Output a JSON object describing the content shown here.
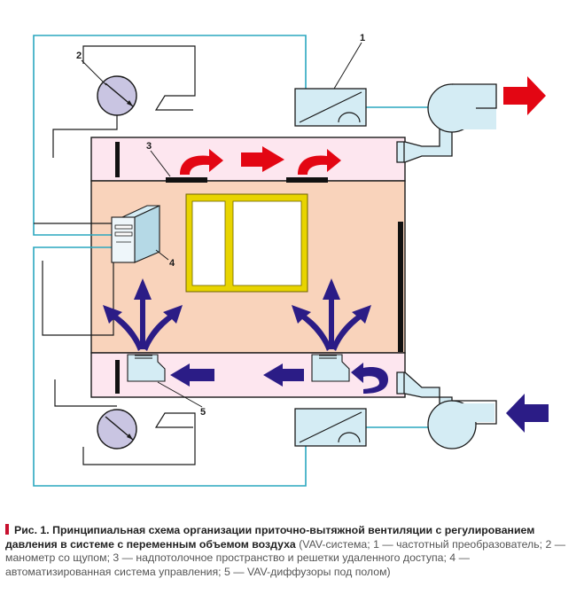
{
  "callouts": {
    "c1": "1",
    "c2": "2",
    "c3": "3",
    "c4": "4",
    "c5": "5"
  },
  "caption": {
    "lead": "Рис. 1. Принципиальная схема организации приточно-вытяжной вентиляции с регулированием давления в системе с переменным объемом воздуха",
    "note": "(VAV-система; 1 — частотный преобразователь; 2 — манометр со щупом; 3 — надпотолочное пространство и решетки удаленного доступа; 4 — автоматизированная система управления; 5 — VAV-диффузоры под полом)"
  },
  "colors": {
    "line": "#2aa7bf",
    "ceiling_fill": "#fde6ef",
    "room_fill": "#f9d3bb",
    "exhaust_arrow": "#e30613",
    "supply_arrow": "#2b1c86",
    "window_frame": "#e8d400",
    "device_fill": "#d4ecf4",
    "caption_marker": "#c8102e"
  },
  "icons": [
    "gauge-icon",
    "frequency-converter-icon",
    "fan-icon",
    "computer-icon",
    "diffuser-icon",
    "arrow-icon"
  ]
}
